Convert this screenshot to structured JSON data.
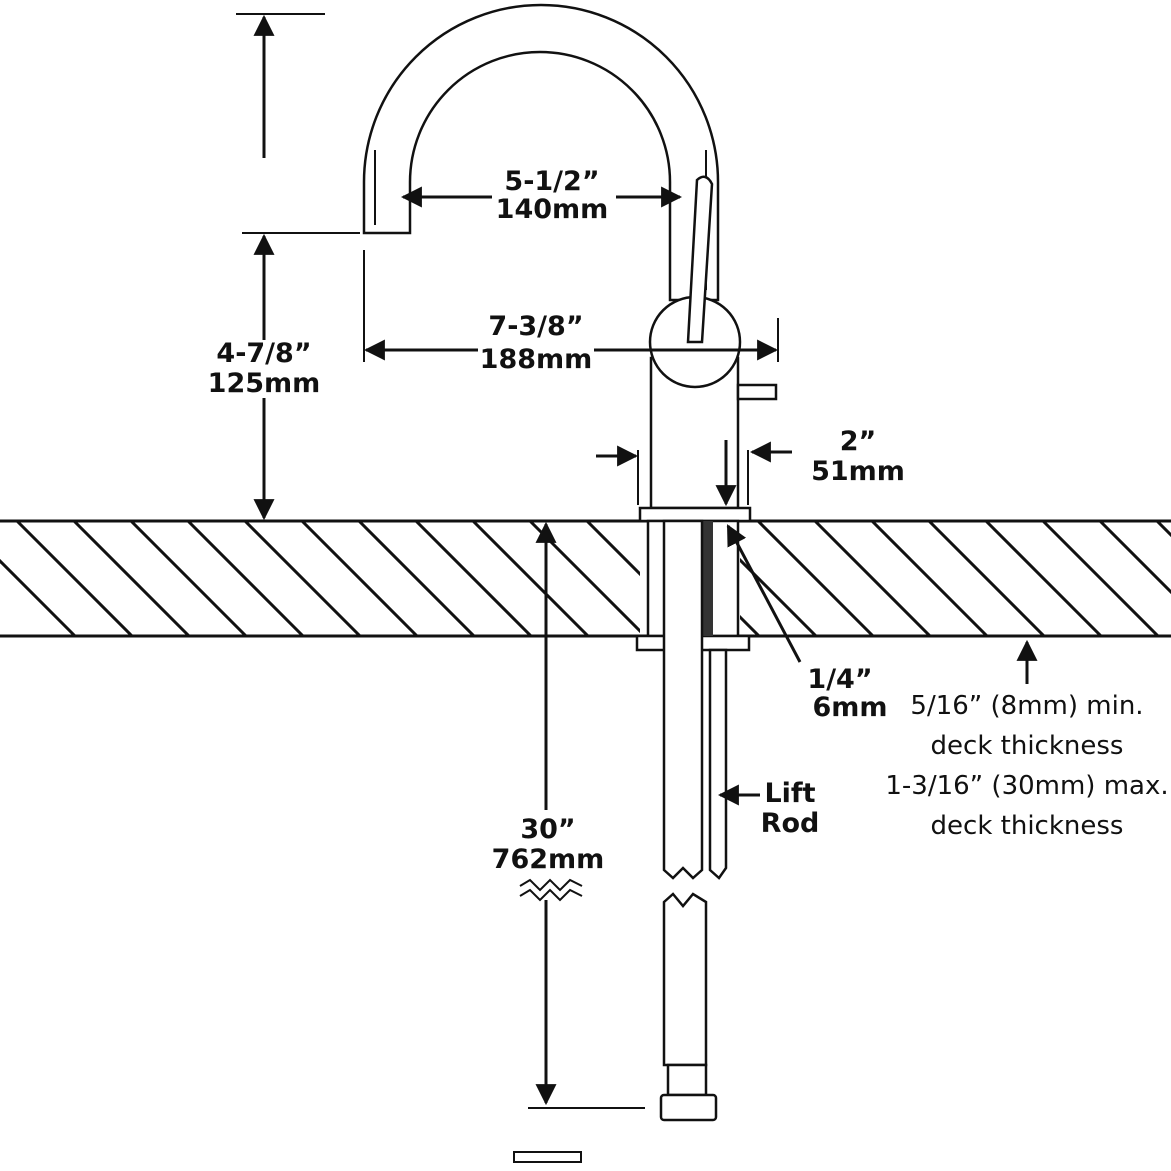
{
  "dimensions": {
    "spout_reach": {
      "imperial": "5-1/2”",
      "metric": "140mm"
    },
    "overall_reach": {
      "imperial": "7-3/8”",
      "metric": "188mm"
    },
    "spout_height": {
      "imperial": "4-7/8”",
      "metric": "125mm"
    },
    "base_diameter": {
      "imperial": "2”",
      "metric": "51mm"
    },
    "mounting_hole": {
      "imperial": "1/4”",
      "metric": "6mm"
    },
    "supply_length": {
      "imperial": "30”",
      "metric": "762mm"
    }
  },
  "labels": {
    "lift_rod_line1": "Lift",
    "lift_rod_line2": "Rod"
  },
  "deck_note": {
    "line1": "5/16” (8mm) min.",
    "line2": "deck thickness",
    "line3": "1-3/16” (30mm) max.",
    "line4": "deck thickness"
  },
  "colors": {
    "ink": "#111111",
    "paper": "#ffffff"
  }
}
